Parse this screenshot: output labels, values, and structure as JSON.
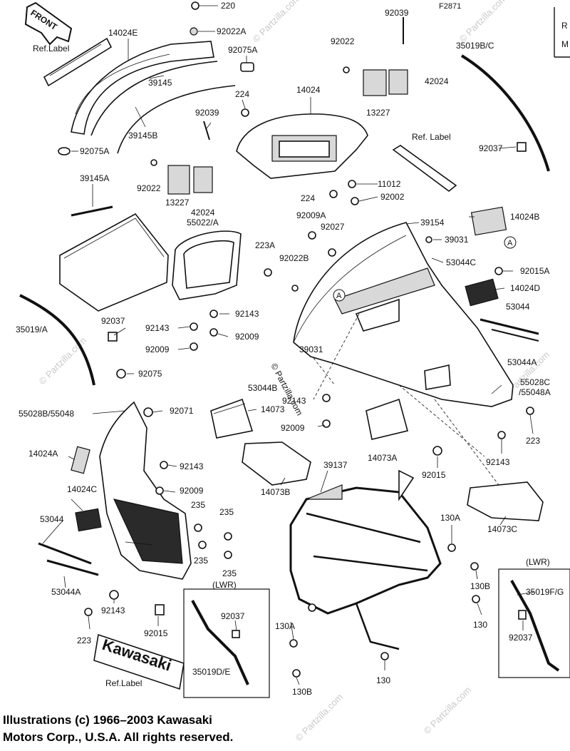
{
  "header": {
    "figure_code": "F2871",
    "corner_top": "R",
    "corner_bottom": "M"
  },
  "labels": {
    "front": "FRONT",
    "ref_label_1": "Ref.Label",
    "ref_label_2": "Ref. Label",
    "ref_label_3": "Ref.Label",
    "brand": "Kawasaki",
    "lwr_1": "(LWR)",
    "lwr_2": "(LWR)",
    "copyright_center": "© Partzilla.com",
    "marker_a": "A"
  },
  "parts": {
    "p220": "220",
    "p92022a": "92022A",
    "p14024e": "14024E",
    "p92075a": "92075A",
    "p39145": "39145",
    "p224a": "224",
    "p39145b": "39145B",
    "p92039a": "92039",
    "p92075a_2": "92075A",
    "p92022_a": "92022",
    "p13227_a": "13227",
    "p42024_a": "42024",
    "p39145a": "39145A",
    "p92039b": "92039",
    "p92022_b": "92022",
    "p42024_b": "42024",
    "p13227_b": "13227",
    "p14024": "14024",
    "p35019bc": "35019B/C",
    "p92037_a": "92037",
    "p11012": "11012",
    "p224b": "224",
    "p92002": "92002",
    "p55022a": "55022/A",
    "p92009a": "92009A",
    "p92027": "92027",
    "p39154": "39154",
    "p14024b": "14024B",
    "p39031_a": "39031",
    "p223a": "223A",
    "p92022b": "92022B",
    "p53044c": "53044C",
    "p92015a": "92015A",
    "p14024d": "14024D",
    "p92037_b": "92037",
    "p92143_a": "92143",
    "p92143_b": "92143",
    "p92009_a": "92009",
    "p92009_b": "92009",
    "p35019a": "35019/A",
    "p39031_b": "39031",
    "p53044": "53044",
    "p53044a": "53044A",
    "p92075": "92075",
    "p53044b": "53044B",
    "p92143_c": "92143",
    "p55028c": "55028C",
    "p55048a": "/55048A",
    "p14073": "14073",
    "p92071": "92071",
    "p55028b": "55028B/55048",
    "p92009_c": "92009",
    "p223_a": "223",
    "p14073a": "14073A",
    "p14024a": "14024A",
    "p92143_d": "92143",
    "p39137": "39137",
    "p92015_a": "92015",
    "p14073b": "14073B",
    "p92009_d": "92009",
    "p14024c": "14024C",
    "p92143_e": "92143",
    "p14073c": "14073C",
    "p235_a": "235",
    "p235_b": "235",
    "p235_c": "235",
    "p235_d": "235",
    "p53044_b": "53044",
    "p130a_a": "130A",
    "p53044a_b": "53044A",
    "p130b_a": "130B",
    "p92143_f": "92143",
    "p92015_b": "92015",
    "p92037_c": "92037",
    "p130": "130",
    "p35019fg": "35019F/G",
    "p223_b": "223",
    "p130a_b": "130A",
    "p92037_d": "92037",
    "p35019de": "35019D/E",
    "p130b_b": "130B",
    "p130_b": "130"
  },
  "watermark": "© Partzilla.com",
  "footer": {
    "line1": "Illustrations (c) 1966–2003 Kawasaki",
    "line2": "Motors Corp., U.S.A.  All rights reserved."
  }
}
